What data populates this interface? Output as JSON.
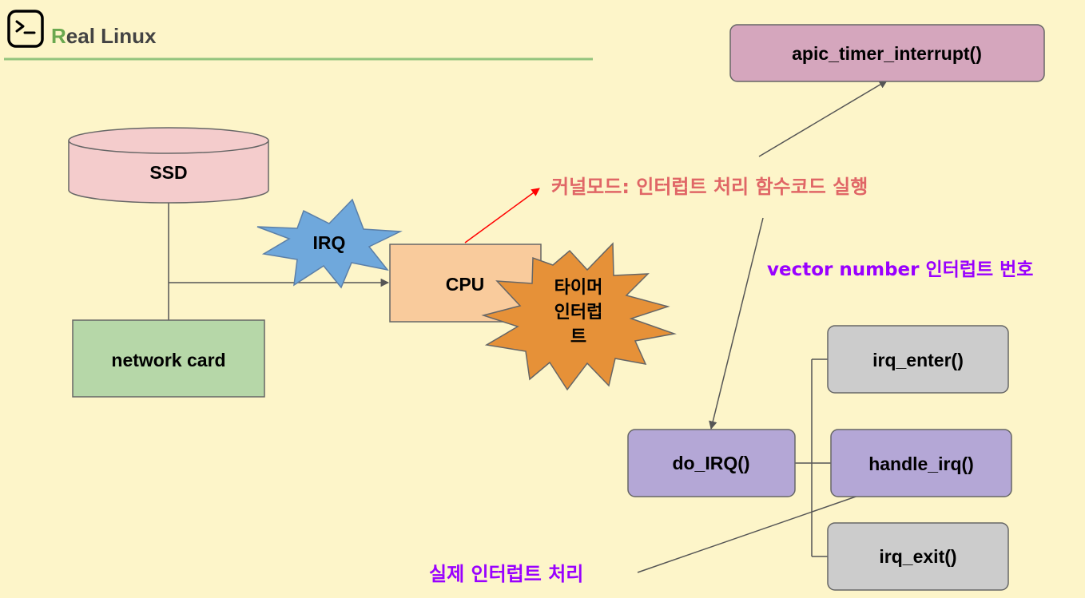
{
  "header": {
    "logo_icon": "terminal-prompt-icon",
    "title_first_letter": "R",
    "title_rest": "eal Linux",
    "accent_color": "#6aa84f"
  },
  "nodes": {
    "ssd": "SSD",
    "network_card": "network card",
    "irq_burst": "IRQ",
    "cpu": "CPU",
    "timer_burst_lines": [
      "타이머",
      "인터럽",
      "트"
    ],
    "apic": "apic_timer_interrupt()",
    "do_irq": "do_IRQ()",
    "irq_enter": "irq_enter()",
    "handle_irq": "handle_irq()",
    "irq_exit": "irq_exit()"
  },
  "annotations": {
    "kernel_mode": "커널모드: 인터럽트 처리 함수코드 실행",
    "vector_number": "vector number 인터럽트 번호",
    "actual_handling": "실제 인터럽트 처리"
  },
  "colors": {
    "background": "#fdf5c9",
    "ssd_fill": "#f4cccc",
    "network_fill": "#b6d7a8",
    "irq_fill": "#6fa8dc",
    "cpu_fill": "#f9cb9c",
    "timer_fill": "#e69138",
    "apic_fill": "#d5a6bd",
    "do_irq_fill": "#b4a7d6",
    "handle_irq_fill": "#b4a7d6",
    "gray_fill": "#cccccc",
    "kernel_text": "#e06666",
    "purple_text": "#9900ff",
    "red_arrow": "#ff0000"
  }
}
